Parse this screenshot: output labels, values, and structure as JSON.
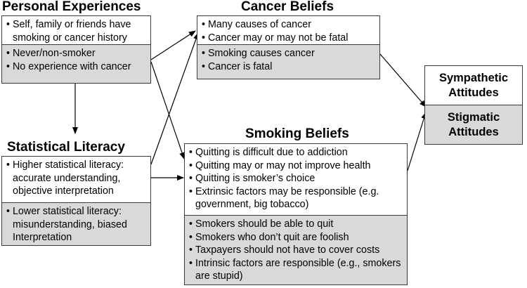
{
  "personal": {
    "title": "Personal Experiences",
    "top": [
      "Self, family or friends have smoking or cancer history"
    ],
    "bottom": [
      "Never/non-smoker",
      "No experience with cancer"
    ]
  },
  "statistical": {
    "title": "Statistical Literacy",
    "top": [
      "Higher statistical literacy: accurate understanding, objective interpretation"
    ],
    "bottom": [
      "Lower statistical literacy: misunderstanding, biased Interpretation"
    ]
  },
  "cancer": {
    "title": "Cancer Beliefs",
    "top": [
      "Many causes of cancer",
      "Cancer may or may not be fatal"
    ],
    "bottom": [
      "Smoking causes cancer",
      "Cancer is fatal"
    ]
  },
  "smoking": {
    "title": "Smoking Beliefs",
    "top": [
      "Quitting is difficult due to addiction",
      "Quitting may or may not improve health",
      "Quitting is smoker’s choice",
      "Extrinsic factors may be responsible (e.g. government, big tobacco)"
    ],
    "bottom": [
      "Smokers should be able to quit",
      "Smokers who don’t quit are foolish",
      "Taxpayers should not have to cover costs",
      "Intrinsic factors are responsible (e.g., smokers are stupid)"
    ]
  },
  "attitudes": {
    "top": "Sympathetic Attitudes",
    "bottom": "Stigmatic Attitudes"
  }
}
